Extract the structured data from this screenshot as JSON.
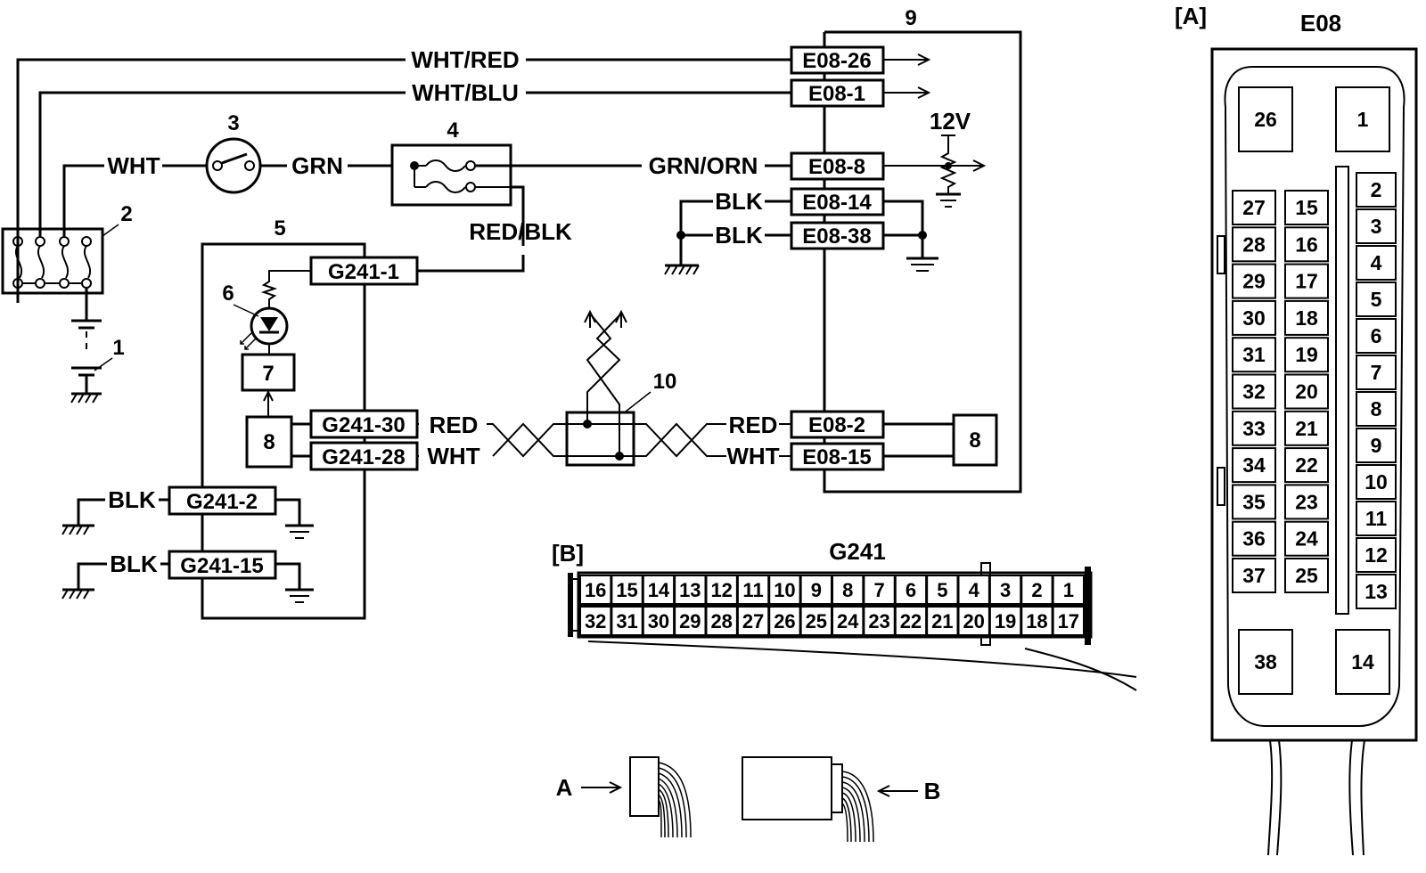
{
  "callouts": {
    "n1": "1",
    "n2": "2",
    "n3": "3",
    "n4": "4",
    "n5": "5",
    "n6": "6",
    "n7": "7",
    "n8_left": "8",
    "n8_right": "8",
    "n9": "9",
    "n10": "10"
  },
  "wires": {
    "wht_red": "WHT/RED",
    "wht_blu": "WHT/BLU",
    "wht": "WHT",
    "grn": "GRN",
    "grn_orn": "GRN/ORN",
    "red_blk": "RED/BLK",
    "blk_e08_14": "BLK",
    "blk_e08_38": "BLK",
    "red_left": "RED",
    "wht_left": "WHT",
    "red_right": "RED",
    "wht_right": "WHT",
    "blk_g241_2": "BLK",
    "blk_g241_15": "BLK",
    "v12": "12V"
  },
  "connectors": {
    "e08_26": "E08-26",
    "e08_1": "E08-1",
    "e08_8": "E08-8",
    "e08_14": "E08-14",
    "e08_38": "E08-38",
    "e08_2": "E08-2",
    "e08_15": "E08-15",
    "g241_1": "G241-1",
    "g241_30": "G241-30",
    "g241_28": "G241-28",
    "g241_2": "G241-2",
    "g241_15": "G241-15"
  },
  "panel_a": {
    "tag": "[A]",
    "title": "E08",
    "big_pins": [
      "26",
      "1",
      "38",
      "14"
    ],
    "col1": [
      "27",
      "28",
      "29",
      "30",
      "31",
      "32",
      "33",
      "34",
      "35",
      "36",
      "37"
    ],
    "col2": [
      "15",
      "16",
      "17",
      "18",
      "19",
      "20",
      "21",
      "22",
      "23",
      "24",
      "25"
    ],
    "col3": [
      "2",
      "3",
      "4",
      "5",
      "6",
      "7",
      "8",
      "9",
      "10",
      "11",
      "12",
      "13"
    ]
  },
  "panel_b": {
    "tag": "[B]",
    "title": "G241",
    "top_row": [
      "16",
      "15",
      "14",
      "13",
      "12",
      "11",
      "10",
      "9",
      "8",
      "7",
      "6",
      "5",
      "4",
      "3",
      "2",
      "1"
    ],
    "bottom_row": [
      "32",
      "31",
      "30",
      "29",
      "28",
      "27",
      "26",
      "25",
      "24",
      "23",
      "22",
      "21",
      "20",
      "19",
      "18",
      "17"
    ]
  },
  "legend": {
    "a": "A",
    "b": "B"
  }
}
